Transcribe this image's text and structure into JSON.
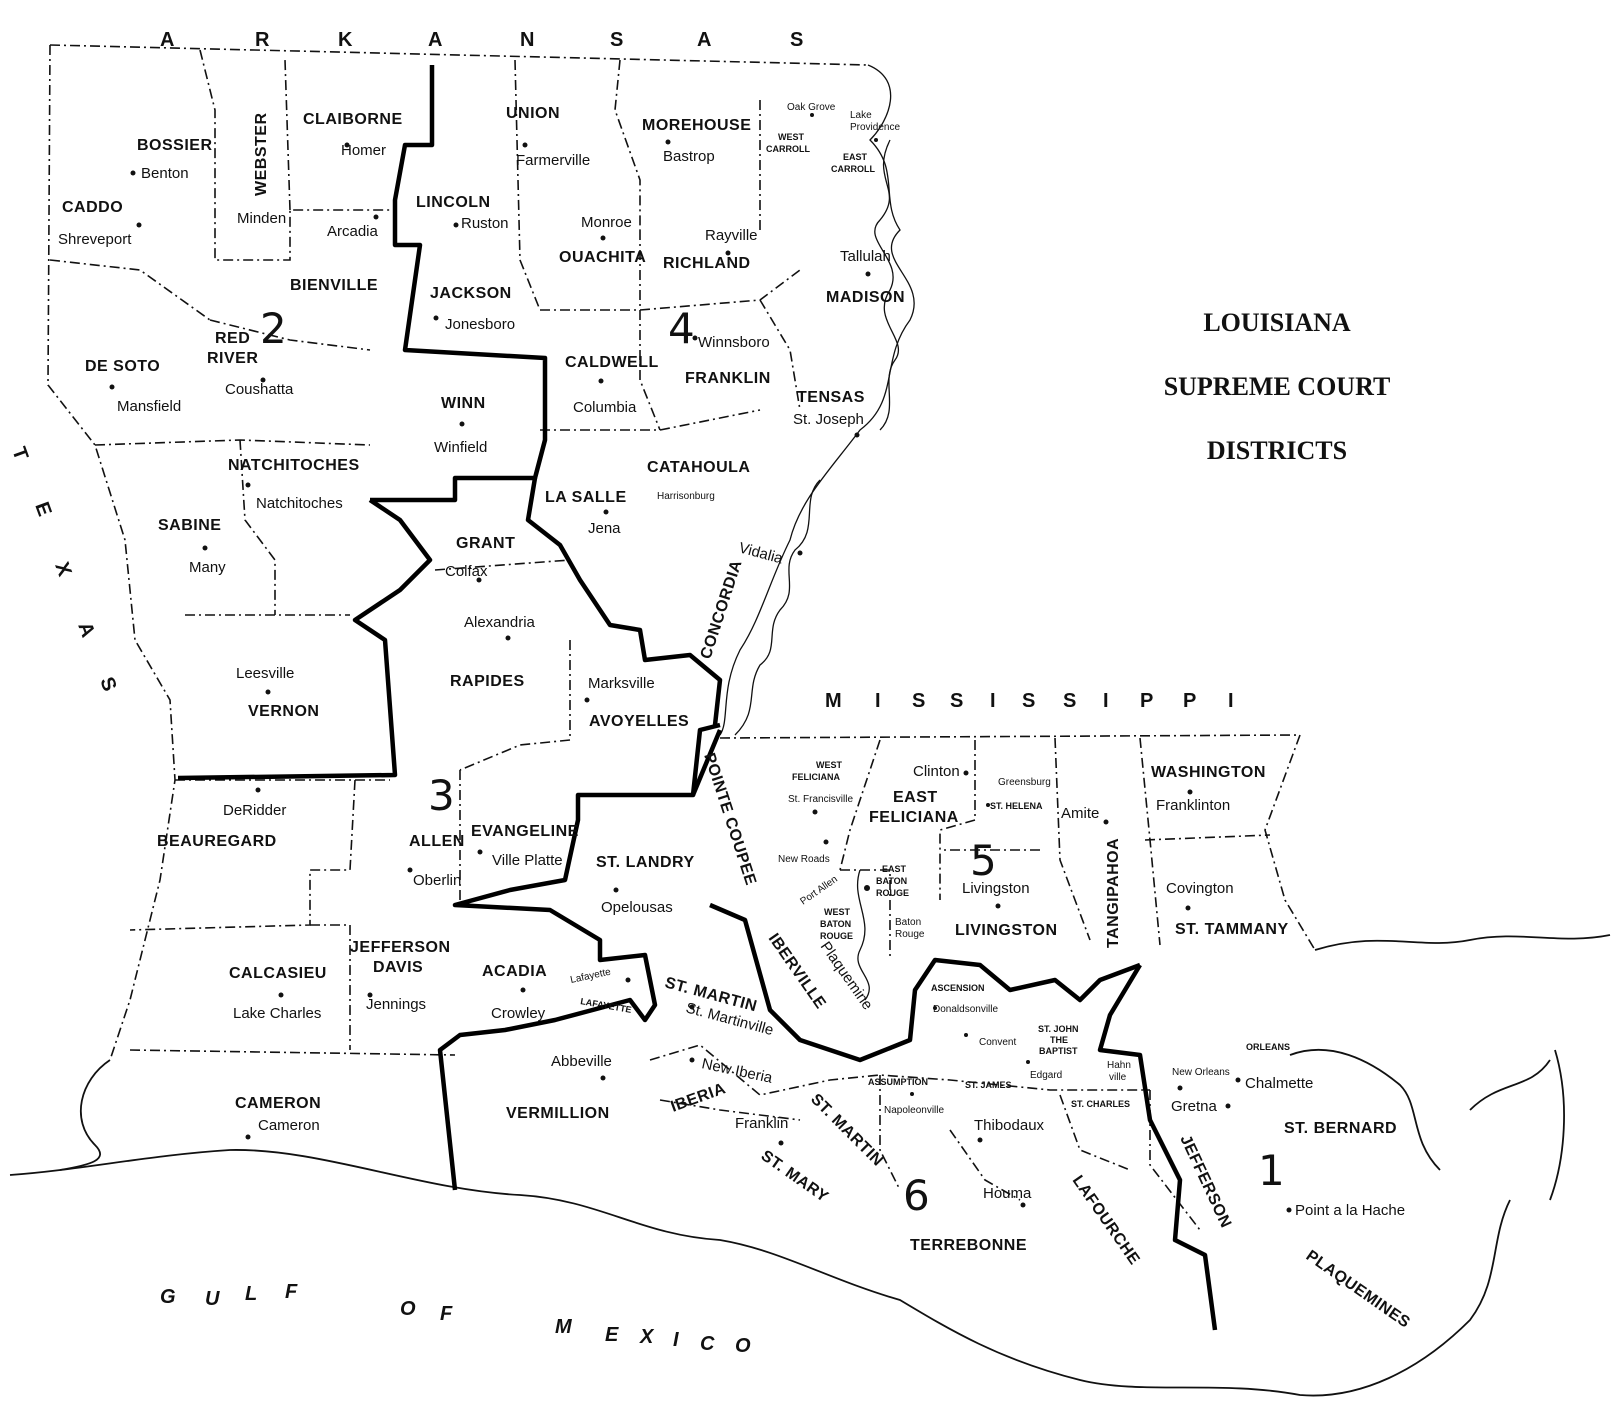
{
  "title": [
    "LOUISIANA",
    "SUPREME COURT",
    "DISTRICTS"
  ],
  "states": {
    "arkansas": [
      "A",
      "R",
      "K",
      "A",
      "N",
      "S",
      "A",
      "S"
    ],
    "mississippi": [
      "M",
      "I",
      "S",
      "S",
      "I",
      "S",
      "S",
      "I",
      "P",
      "P",
      "I"
    ],
    "texas": [
      "T",
      "E",
      "X",
      "A",
      "S"
    ]
  },
  "water": {
    "gulf": [
      "G",
      "U",
      "L",
      "F"
    ],
    "of": [
      "O",
      "F"
    ],
    "mexico": [
      "M",
      "E",
      "X",
      "I",
      "C",
      "O"
    ]
  },
  "districts": [
    "1",
    "2",
    "3",
    "4",
    "5",
    "6"
  ],
  "parishes": [
    {
      "name": "CADDO",
      "seat": "Shreveport"
    },
    {
      "name": "BOSSIER",
      "seat": "Benton"
    },
    {
      "name": "WEBSTER",
      "seat": "Minden"
    },
    {
      "name": "CLAIBORNE",
      "seat": "Homer"
    },
    {
      "name": "UNION",
      "seat": "Farmerville"
    },
    {
      "name": "MOREHOUSE",
      "seat": "Bastrop"
    },
    {
      "name": "WEST CARROLL",
      "seat": "Oak Grove"
    },
    {
      "name": "EAST CARROLL",
      "seat": "Lake Providence"
    },
    {
      "name": "LINCOLN",
      "seat": "Ruston"
    },
    {
      "name": "BIENVILLE",
      "seat": "Arcadia"
    },
    {
      "name": "OUACHITA",
      "seat": "Monroe"
    },
    {
      "name": "RICHLAND",
      "seat": "Rayville"
    },
    {
      "name": "MADISON",
      "seat": "Tallulah"
    },
    {
      "name": "JACKSON",
      "seat": "Jonesboro"
    },
    {
      "name": "DE SOTO",
      "seat": "Mansfield"
    },
    {
      "name": "RED RIVER",
      "seat": "Coushatta"
    },
    {
      "name": "CALDWELL",
      "seat": "Columbia"
    },
    {
      "name": "FRANKLIN",
      "seat": "Winnsboro"
    },
    {
      "name": "TENSAS",
      "seat": "St. Joseph"
    },
    {
      "name": "WINN",
      "seat": "Winfield"
    },
    {
      "name": "NATCHITOCHES",
      "seat": "Natchitoches"
    },
    {
      "name": "CATAHOULA",
      "seat": "Harrisonburg"
    },
    {
      "name": "LA SALLE",
      "seat": "Jena"
    },
    {
      "name": "SABINE",
      "seat": "Many"
    },
    {
      "name": "GRANT",
      "seat": "Colfax"
    },
    {
      "name": "CONCORDIA",
      "seat": "Vidalia"
    },
    {
      "name": "RAPIDES",
      "seat": "Alexandria"
    },
    {
      "name": "VERNON",
      "seat": "Leesville"
    },
    {
      "name": "AVOYELLES",
      "seat": "Marksville"
    },
    {
      "name": "BEAUREGARD",
      "seat": "DeRidder"
    },
    {
      "name": "ALLEN",
      "seat": "Oberlin"
    },
    {
      "name": "EVANGELINE",
      "seat": "Ville Platte"
    },
    {
      "name": "ST. LANDRY",
      "seat": "Opelousas"
    },
    {
      "name": "POINTE COUPEE",
      "seat": "New Roads"
    },
    {
      "name": "WEST FELICIANA",
      "seat": "St. Francisville"
    },
    {
      "name": "EAST FELICIANA",
      "seat": "Clinton"
    },
    {
      "name": "ST. HELENA",
      "seat": "Greensburg"
    },
    {
      "name": "TANGIPAHOA",
      "seat": "Amite"
    },
    {
      "name": "WASHINGTON",
      "seat": "Franklinton"
    },
    {
      "name": "WEST BATON ROUGE",
      "seat": "Port Allen"
    },
    {
      "name": "EAST BATON ROUGE",
      "seat": "Baton Rouge"
    },
    {
      "name": "LIVINGSTON",
      "seat": "Livingston"
    },
    {
      "name": "ST. TAMMANY",
      "seat": "Covington"
    },
    {
      "name": "CALCASIEU",
      "seat": "Lake Charles"
    },
    {
      "name": "JEFFERSON DAVIS",
      "seat": "Jennings"
    },
    {
      "name": "ACADIA",
      "seat": "Crowley"
    },
    {
      "name": "LAFAYETTE",
      "seat": "Lafayette"
    },
    {
      "name": "ST. MARTIN",
      "seat": "St. Martinville"
    },
    {
      "name": "IBERVILLE",
      "seat": "Plaquemine"
    },
    {
      "name": "ASCENSION",
      "seat": "Donaldsonville"
    },
    {
      "name": "ST. JAMES",
      "seat": "Convent"
    },
    {
      "name": "ST. JOHN THE BAPTIST",
      "seat": "Edgard"
    },
    {
      "name": "ST. CHARLES",
      "seat": "Hahnville"
    },
    {
      "name": "ORLEANS",
      "seat": "New Orleans"
    },
    {
      "name": "ST. BERNARD",
      "seat": "Chalmette"
    },
    {
      "name": "JEFFERSON",
      "seat": "Gretna"
    },
    {
      "name": "PLAQUEMINES",
      "seat": "Point a la Hache"
    },
    {
      "name": "CAMERON",
      "seat": "Cameron"
    },
    {
      "name": "VERMILLION",
      "seat": "Abbeville"
    },
    {
      "name": "IBERIA",
      "seat": "New Iberia"
    },
    {
      "name": "ST. MARY",
      "seat": "Franklin"
    },
    {
      "name": "ASSUMPTION",
      "seat": "Napoleonville"
    },
    {
      "name": "LAFOURCHE",
      "seat": "Thibodaux"
    },
    {
      "name": "TERREBONNE",
      "seat": "Houma"
    }
  ]
}
